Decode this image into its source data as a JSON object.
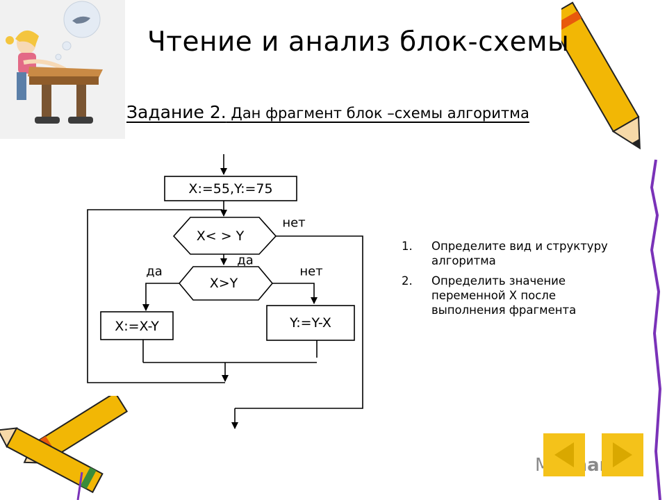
{
  "title": "Чтение и анализ  блок-схемы",
  "task": {
    "lead": "Задание 2.",
    "text": " Дан фрагмент блок –схемы алгоритма"
  },
  "flowchart": {
    "init": "X:=55,Y:=75",
    "cond_outer": "X< > Y",
    "cond_inner": "X>Y",
    "yes_branch": "X:=X-Y",
    "no_branch": "Y:=Y-X",
    "label_outer_no": "нет",
    "label_outer_yes": "да",
    "label_inner_yes": "да",
    "label_inner_no": "нет"
  },
  "tasks": [
    {
      "num": "1.",
      "text": "Определите вид и структуру алгоритма"
    },
    {
      "num": "2.",
      "text": "Определить значение переменной  X после выполнения фрагмента"
    }
  ],
  "watermark": {
    "prefix": "My",
    "suffix": "Shared"
  },
  "icons": [
    "girl-at-desk-icon",
    "pencil-icon",
    "crossed-pencils-icon",
    "prev-arrow-icon",
    "next-arrow-icon"
  ],
  "colors": {
    "nav_button": "#f4c21a",
    "pencil_body": "#f2b705",
    "pencil_stripe": "#e8590c"
  }
}
